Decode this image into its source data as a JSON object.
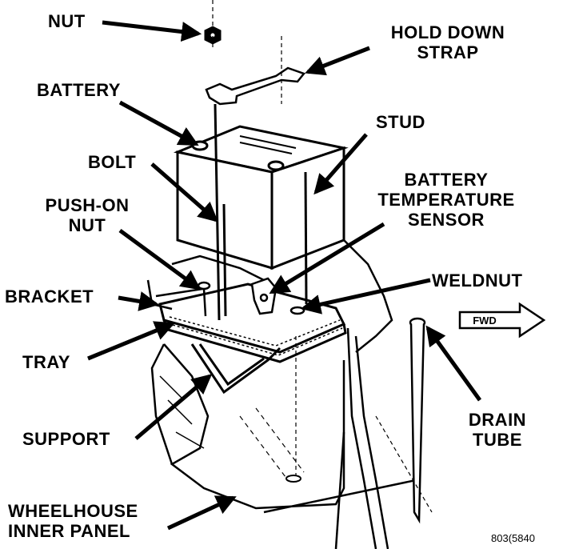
{
  "labels": {
    "nut": "NUT",
    "hold_down_strap": [
      "HOLD DOWN",
      "STRAP"
    ],
    "battery": "BATTERY",
    "stud": "STUD",
    "bolt": "BOLT",
    "battery_temperature_sensor": [
      "BATTERY",
      "TEMPERATURE",
      "SENSOR"
    ],
    "push_on_nut": [
      "PUSH-ON",
      "NUT"
    ],
    "weldnut": "WELDNUT",
    "bracket": "BRACKET",
    "tray": "TRAY",
    "drain_tube": [
      "DRAIN",
      "TUBE"
    ],
    "support": "SUPPORT",
    "wheelhouse_inner_panel": [
      "WHEELHOUSE",
      "INNER PANEL"
    ],
    "fwd": "FWD"
  },
  "figure_id": "803(5840",
  "colors": {
    "ink": "#000000",
    "paper": "#ffffff"
  }
}
